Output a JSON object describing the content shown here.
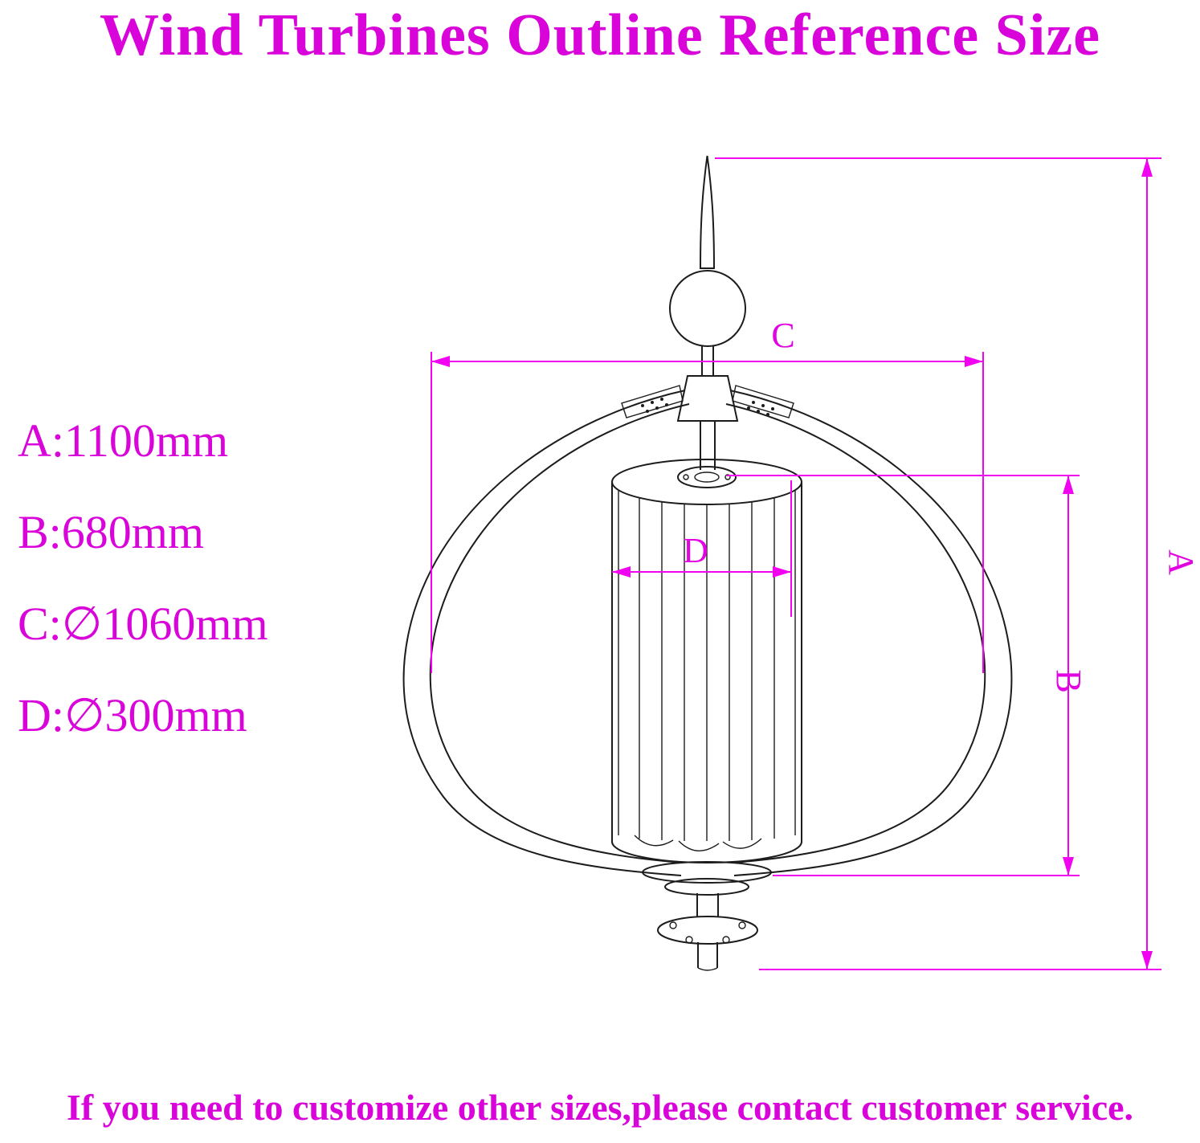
{
  "title": "Wind Turbines Outline Reference Size",
  "footer": "If you need to customize other sizes,please contact customer service.",
  "dimensions": {
    "items": [
      {
        "letter": "A",
        "value_mm": 1100,
        "diameter": false,
        "display": "A:1100mm"
      },
      {
        "letter": "B",
        "value_mm": 680,
        "diameter": false,
        "display": "B:680mm"
      },
      {
        "letter": "C",
        "value_mm": 1060,
        "diameter": true,
        "display": "C:∅1060mm"
      },
      {
        "letter": "D",
        "value_mm": 300,
        "diameter": true,
        "display": "D:∅300mm"
      }
    ]
  },
  "diagram": {
    "labels": {
      "a": "A",
      "b": "B",
      "c": "C",
      "d": "D"
    },
    "subject": "vertical-axis lantern wind turbine outline drawing"
  },
  "colors": {
    "accent_magenta_text": "#d904d9",
    "accent_magenta_lines": "#f102f1",
    "drawing_line": "#1c1c1c",
    "background": "#ffffff"
  }
}
